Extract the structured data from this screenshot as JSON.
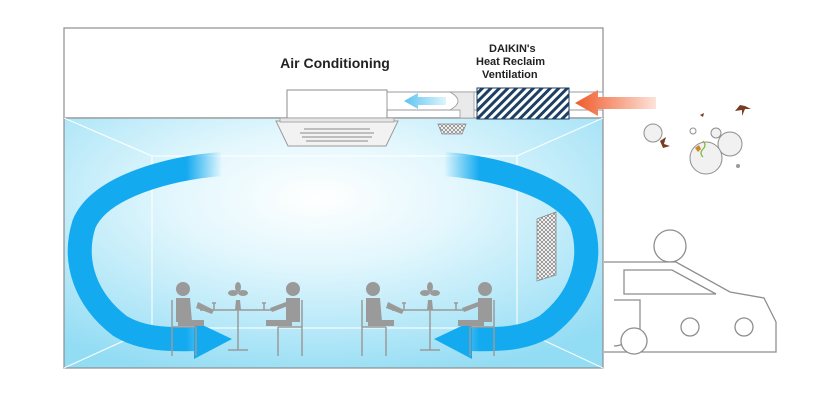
{
  "labels": {
    "air_conditioning": "Air Conditioning",
    "daikin_line1": "DAIKIN's",
    "daikin_line2": "Heat Reclaim",
    "daikin_line3": "Ventilation"
  },
  "colors": {
    "room_fill": "#9fe1f6",
    "airflow_arrow": "#14aaf0",
    "outside_air_arrow": "#ef5a2a",
    "duct_airflow": "#5cc3f0",
    "ventilator_hatch": "#1d3f63",
    "outline": "#8e8e8e",
    "person": "#9a9a9a"
  }
}
